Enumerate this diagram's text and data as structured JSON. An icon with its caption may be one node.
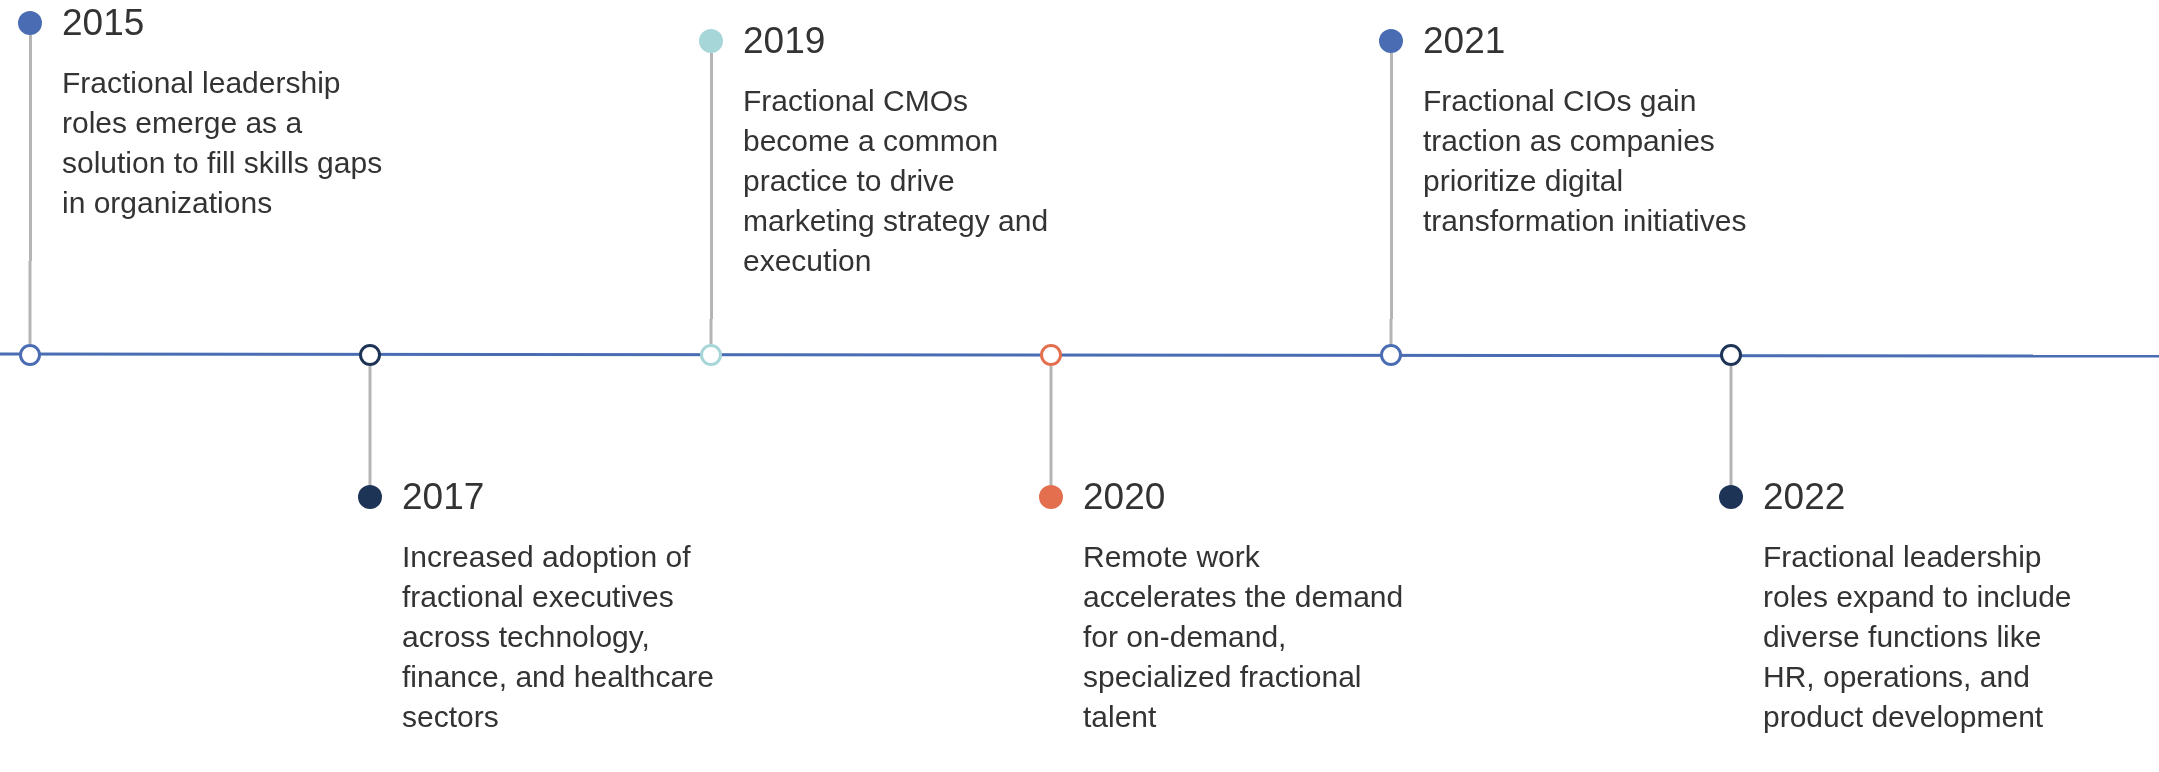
{
  "diagram": {
    "nodes": [
      {
        "text": [
          "2015",
          "Fractional leadership roles emerge as a solution to fill skills gaps in organizations"
        ]
      },
      {
        "text": [
          "2017",
          "Increased adoption of fractional executives across technology, finance, and healthcare sectors"
        ]
      },
      {
        "text": [
          "2019",
          "Fractional CMOs become a common practice to drive marketing strategy and execution"
        ]
      },
      {
        "text": [
          "2020",
          "Remote work accelerates the demand for on-demand, specialized fractional talent"
        ]
      },
      {
        "text": [
          "2021",
          "Fractional CIOs gain traction as companies prioritize digital transformation initiatives"
        ]
      },
      {
        "text": [
          "2022",
          "Fractional leadership roles expand to include diverse functions like HR, operations, and product development"
        ]
      },
      {
        "text": [],
        "shape": "circle"
      },
      {
        "text": [],
        "shape": "circle"
      },
      {
        "text": [],
        "shape": "circle"
      },
      {
        "text": [],
        "shape": "circle"
      },
      {
        "text": [],
        "shape": "circle"
      },
      {
        "text": [],
        "shape": "circle"
      }
    ],
    "edges": [
      {
        "from": 6,
        "to": 0,
        "arrow": "none"
      },
      {
        "from": 7,
        "to": 1,
        "arrow": "none"
      },
      {
        "from": 8,
        "to": 2,
        "arrow": "none"
      },
      {
        "from": 9,
        "to": 3,
        "arrow": "none"
      },
      {
        "from": 10,
        "to": 4,
        "arrow": "none"
      },
      {
        "from": 11,
        "to": 5,
        "arrow": "none"
      }
    ]
  }
}
